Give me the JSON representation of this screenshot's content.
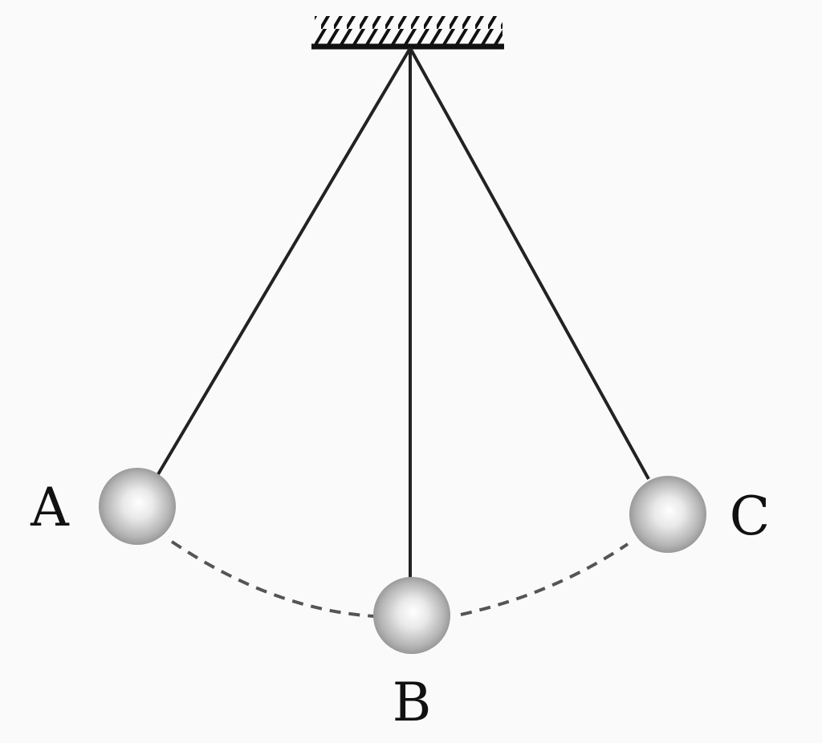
{
  "diagram": {
    "labels": {
      "a": "A",
      "b": "B",
      "c": "C"
    },
    "colors": {
      "background": "#fafafa",
      "line": "#222222",
      "path_dash": "#555555",
      "ball_light": "#ffffff",
      "ball_dark": "#8a8a8a"
    }
  }
}
